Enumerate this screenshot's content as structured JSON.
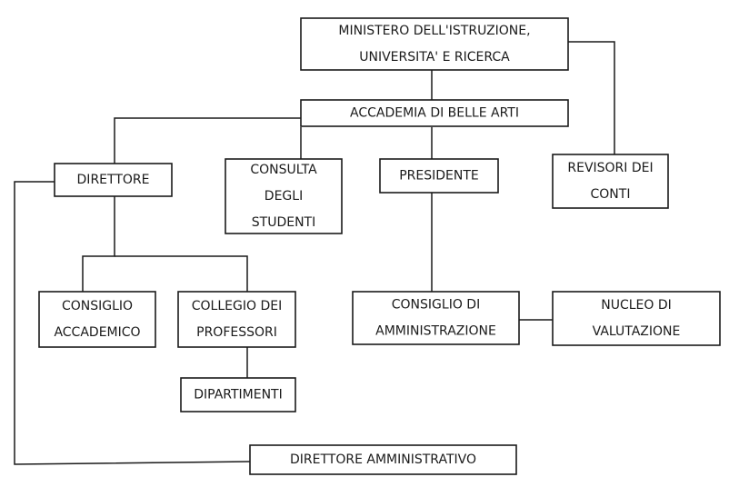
{
  "nodes": [
    {
      "id": "ministero",
      "lines": [
        "MINISTERO DELL'ISTRUZIONE,",
        "UNIVERSITA' E RICERCA"
      ]
    },
    {
      "id": "accademia",
      "lines": [
        "ACCADEMIA DI BELLE ARTI"
      ]
    },
    {
      "id": "direttore",
      "lines": [
        "DIRETTORE"
      ]
    },
    {
      "id": "consulta",
      "lines": [
        "CONSULTA",
        "DEGLI",
        "STUDENTI"
      ]
    },
    {
      "id": "presidente",
      "lines": [
        "PRESIDENTE"
      ]
    },
    {
      "id": "revisori",
      "lines": [
        "REVISORI DEI",
        "CONTI"
      ]
    },
    {
      "id": "consiglio-accademico",
      "lines": [
        "CONSIGLIO",
        "ACCADEMICO"
      ]
    },
    {
      "id": "collegio",
      "lines": [
        "COLLEGIO DEI",
        "PROFESSORI"
      ]
    },
    {
      "id": "consiglio-amministrazione",
      "lines": [
        "CONSIGLIO DI",
        "AMMINISTRAZIONE"
      ]
    },
    {
      "id": "nucleo",
      "lines": [
        "NUCLEO DI",
        "VALUTAZIONE"
      ]
    },
    {
      "id": "dipartimenti",
      "lines": [
        "DIPARTIMENTI"
      ]
    },
    {
      "id": "direttore-amministrativo",
      "lines": [
        "DIRETTORE AMMINISTRATIVO"
      ]
    }
  ],
  "edges": [
    {
      "from": "ministero",
      "to": "accademia"
    },
    {
      "from": "ministero",
      "to": "revisori"
    },
    {
      "from": "accademia",
      "to": "direttore"
    },
    {
      "from": "accademia",
      "to": "consulta"
    },
    {
      "from": "accademia",
      "to": "presidente"
    },
    {
      "from": "direttore",
      "to": "consiglio-accademico"
    },
    {
      "from": "direttore",
      "to": "collegio"
    },
    {
      "from": "collegio",
      "to": "dipartimenti"
    },
    {
      "from": "presidente",
      "to": "consiglio-amministrazione"
    },
    {
      "from": "consiglio-amministrazione",
      "to": "nucleo"
    },
    {
      "from": "direttore",
      "to": "direttore-amministrativo"
    }
  ]
}
